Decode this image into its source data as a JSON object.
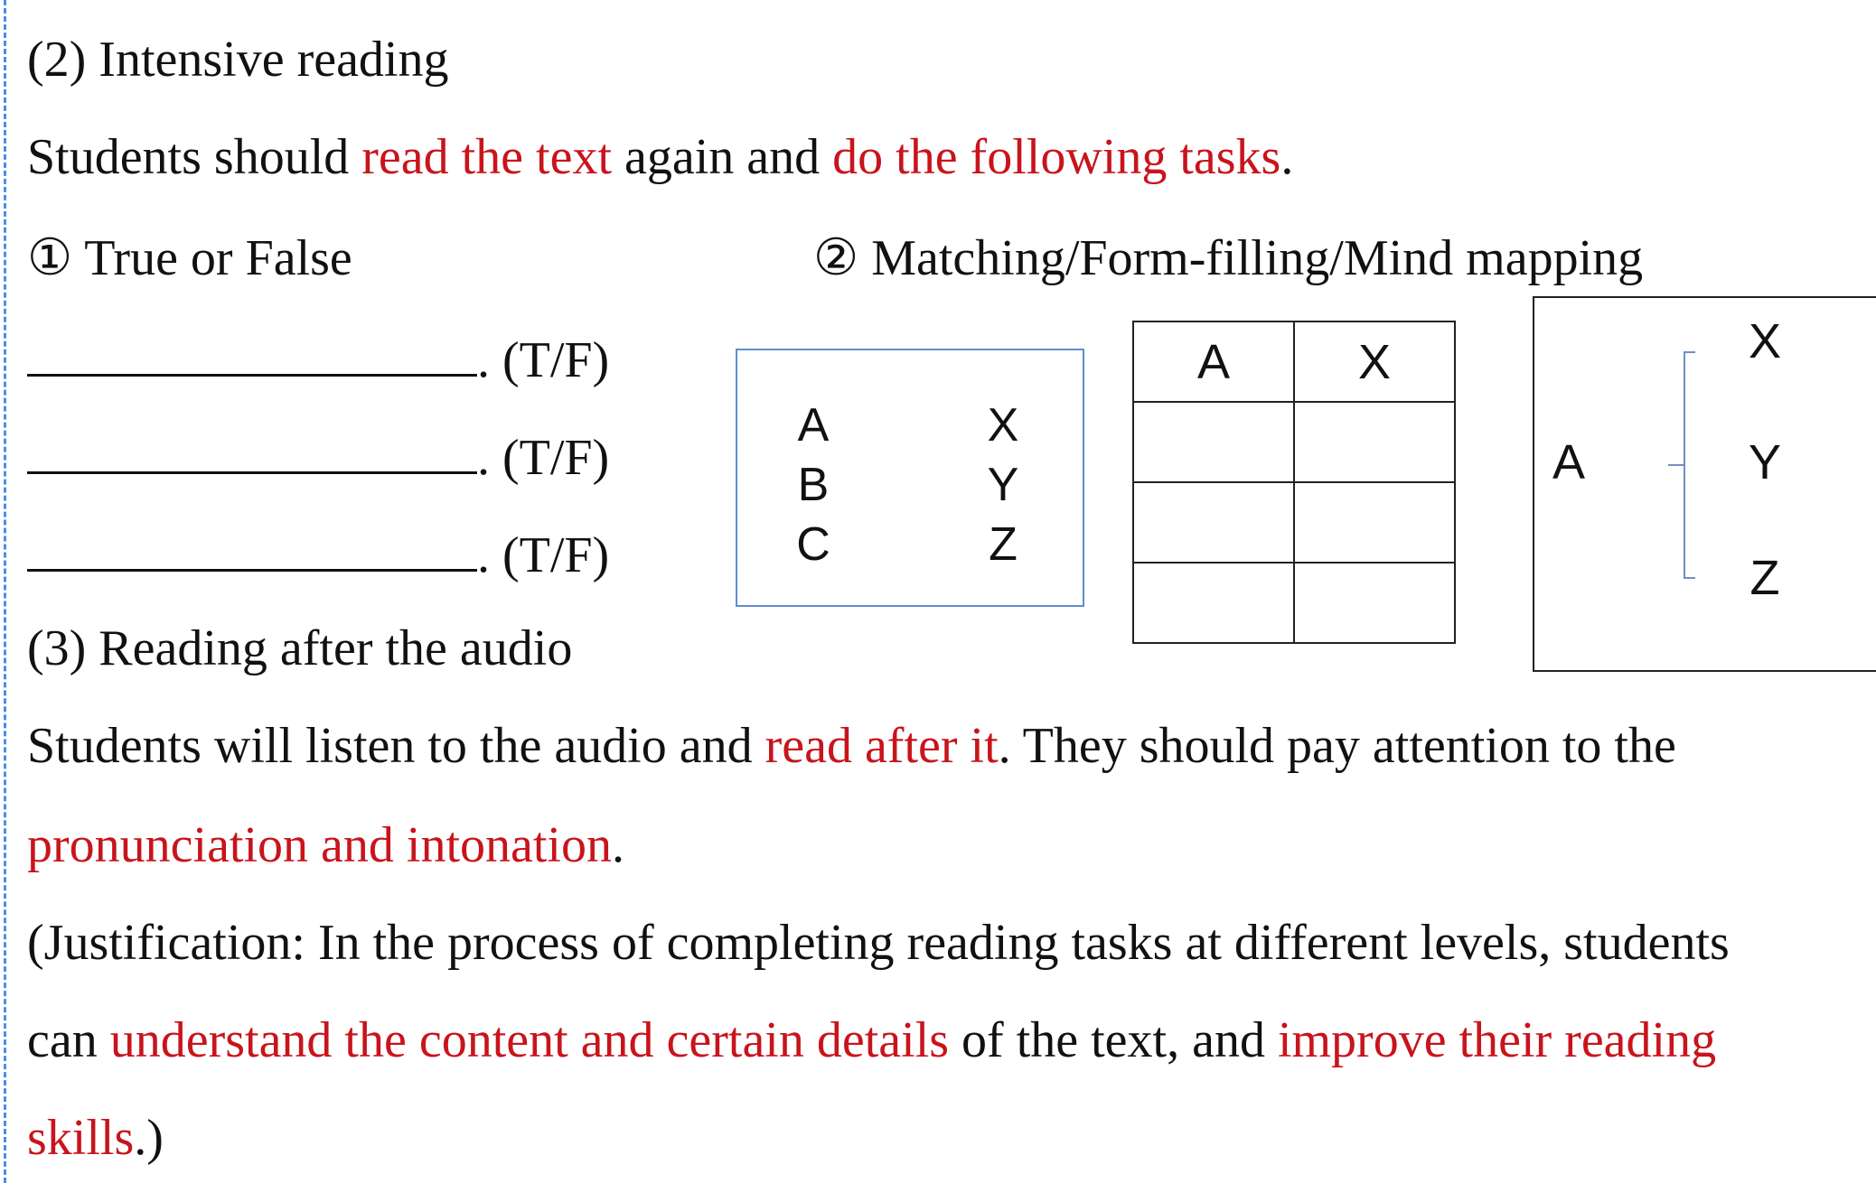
{
  "intensive": {
    "heading": "(2) Intensive reading",
    "instruction": {
      "p1": "Students should ",
      "h1": "read the text",
      "p2": " again and ",
      "h2": "do the following tasks",
      "p3": "."
    }
  },
  "tasks": {
    "tf_label": "① True or False",
    "match_label": "② Matching/Form-filling/Mind mapping",
    "tf_rows": [
      ". (T/F)",
      ". (T/F)",
      ". (T/F)"
    ]
  },
  "matching": {
    "left": [
      "A",
      "B",
      "C"
    ],
    "right": [
      "X",
      "Y",
      "Z"
    ]
  },
  "form_table": {
    "headers": [
      "A",
      "X"
    ]
  },
  "mindmap": {
    "root": "A",
    "branches": [
      "X",
      "Y",
      "Z"
    ]
  },
  "audio": {
    "heading": "(3) Reading after the audio",
    "line1": {
      "p1": "Students will listen to the audio and ",
      "h1": "read after it",
      "p2": ". They should pay attention to the"
    },
    "line2": {
      "h1": "pronunciation and intonation",
      "p1": "."
    }
  },
  "justification": {
    "line1": "(Justification: In the process of completing reading tasks at different levels, students",
    "line2": {
      "p1": "can ",
      "h1": "understand the content and certain details",
      "p2": " of the text, and ",
      "h2": "improve their reading"
    },
    "line3": {
      "h1": "skills",
      "p1": ".)"
    }
  },
  "colors": {
    "highlight": "#c8141c",
    "guide": "#4a90e2",
    "match_border": "#5b8fd0"
  }
}
